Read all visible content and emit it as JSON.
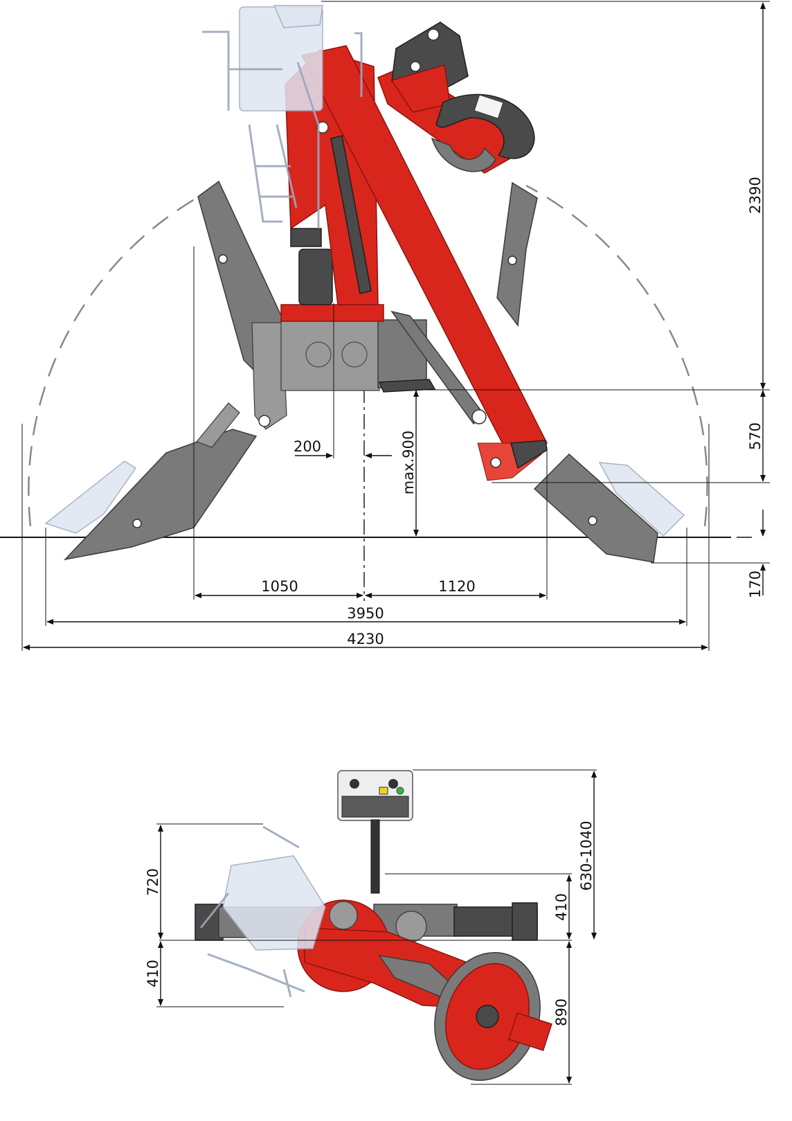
{
  "side_view": {
    "dimensions": {
      "height_total": "2390",
      "base_clearance": "570",
      "ground_offset": "170",
      "max_leg_height": "max.900",
      "center_offset": "200",
      "left_reach": "1050",
      "right_reach": "1120",
      "leg_span": "3950",
      "total_span": "4230"
    }
  },
  "top_view": {
    "dimensions": {
      "control_height": "630-1040",
      "upper_right": "410",
      "lower_right": "890",
      "upper_left": "720",
      "lower_left": "410"
    }
  },
  "colors": {
    "crane_red": "#d9261c",
    "steel_grey": "#7a7a7a",
    "platform_ghost": "#dfe6f2"
  }
}
